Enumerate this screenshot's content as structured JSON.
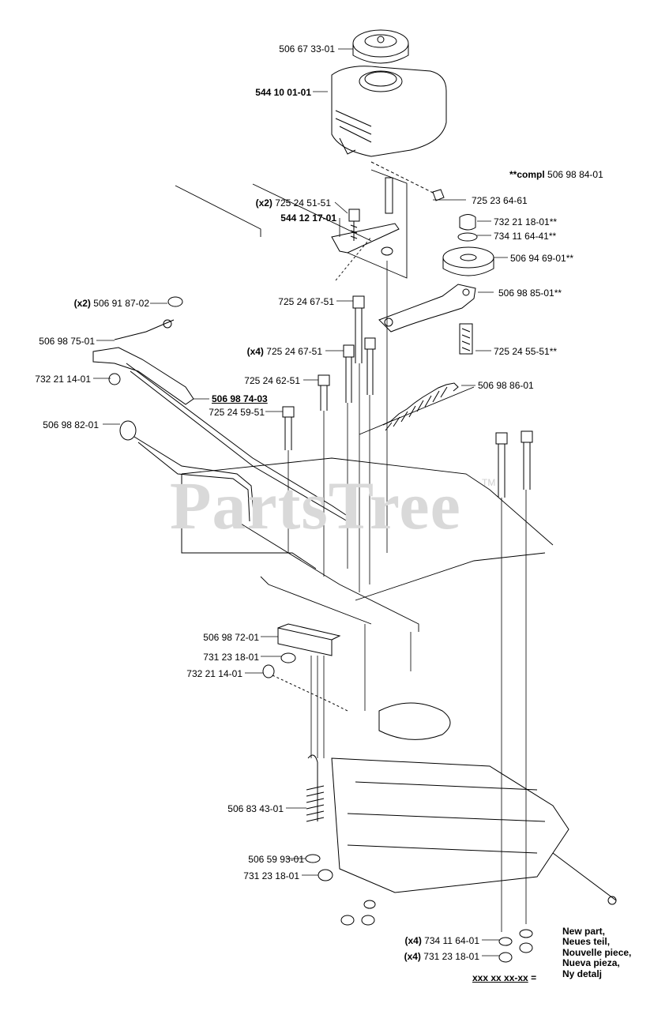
{
  "watermark": {
    "text": "PartsTree",
    "tm": "TM"
  },
  "compl_note": {
    "prefix": "**compl",
    "number": "506 98 84-01"
  },
  "parts": {
    "p01": "506 67 33-01",
    "p02": "544 10 01-01",
    "p03": "725 23 64-61",
    "p04_qty": "(x2)",
    "p04": "725 24 51-51",
    "p05": "544 12 17-01",
    "p06": "732 21 18-01**",
    "p07": "734 11 64-41**",
    "p08": "506 94 69-01**",
    "p09": "506 98 85-01**",
    "p10_qty": "(x2)",
    "p10": "506 91 87-02",
    "p11": "725 24 67-51",
    "p12": "506 98 75-01",
    "p13_qty": "(x4)",
    "p13": "725 24 67-51",
    "p14": "725 24 55-51**",
    "p15": "732 21 14-01",
    "p16": "725 24 62-51",
    "p17": "506 98 86-01",
    "p18": "506 98 74-03",
    "p19": "725 24 59-51",
    "p20": "506 98 82-01",
    "p21": "506 98 72-01",
    "p22": "731 23 18-01",
    "p23": "732 21 14-01",
    "p24": "506 83 43-01",
    "p25": "506 59 93-01",
    "p26": "731 23 18-01",
    "p27_qty": "(x4)",
    "p27": "734 11 64-01",
    "p28_qty": "(x4)",
    "p28": "731 23 18-01"
  },
  "legend": {
    "lines": [
      "New part,",
      "Neues teil,",
      "Nouvelle piece,",
      "Nueva pieza,",
      "Ny detalj"
    ],
    "code": "xxx xx xx-xx",
    "equals": "="
  }
}
